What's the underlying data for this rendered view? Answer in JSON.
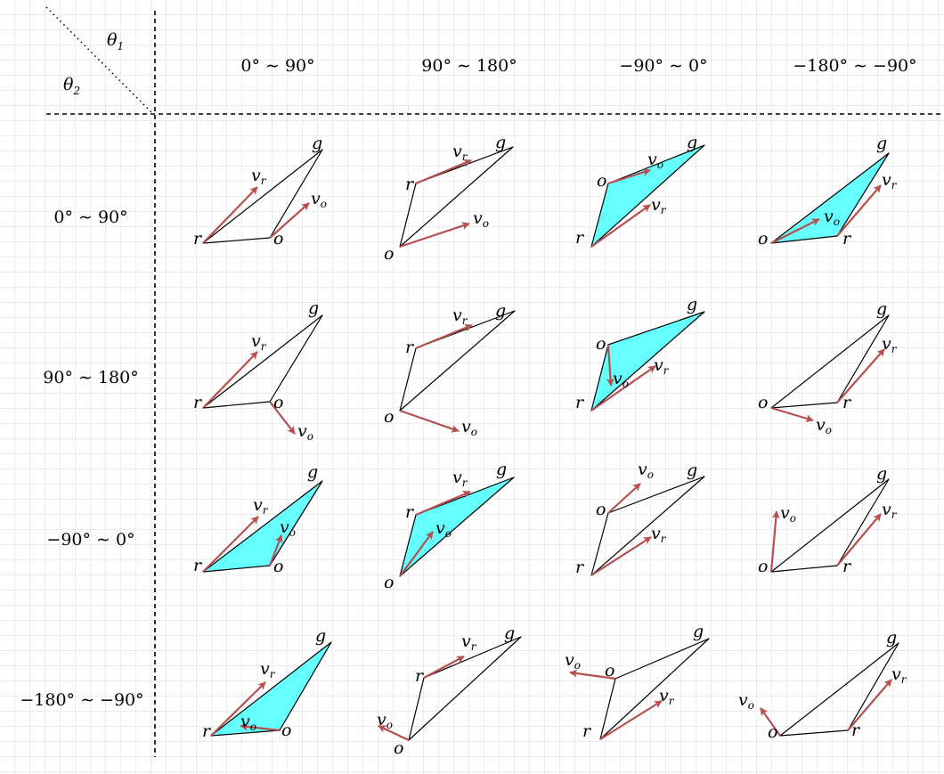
{
  "header": {
    "corner": {
      "top_symbol": "θ",
      "top_subscript": "1",
      "left_symbol": "θ",
      "left_subscript": "2"
    },
    "columns": [
      "0° ∼ 90°",
      "90° ∼ 180°",
      "−90° ∼ 0°",
      "−180° ∼ −90°"
    ],
    "rows": [
      "0° ∼ 90°",
      "90° ∼ 180°",
      "−90° ∼ 0°",
      "−180° ∼ −90°"
    ]
  },
  "point_labels": {
    "g": "g",
    "r": "r",
    "o": "o"
  },
  "vector_labels": {
    "vr": {
      "symbol": "v",
      "subscript": "r"
    },
    "vo": {
      "symbol": "v",
      "subscript": "o"
    }
  },
  "colors": {
    "fill": "#66ffff",
    "arrow": "#b5504e",
    "line": "#000000",
    "grid": "#ececec"
  },
  "cells": [
    {
      "name": "cell-r1-c1",
      "filled": false
    },
    {
      "name": "cell-r1-c2",
      "filled": false
    },
    {
      "name": "cell-r1-c3",
      "filled": true
    },
    {
      "name": "cell-r1-c4",
      "filled": true
    },
    {
      "name": "cell-r2-c1",
      "filled": false
    },
    {
      "name": "cell-r2-c2",
      "filled": false
    },
    {
      "name": "cell-r2-c3",
      "filled": true
    },
    {
      "name": "cell-r2-c4",
      "filled": false
    },
    {
      "name": "cell-r3-c1",
      "filled": true
    },
    {
      "name": "cell-r3-c2",
      "filled": true
    },
    {
      "name": "cell-r3-c3",
      "filled": false
    },
    {
      "name": "cell-r3-c4",
      "filled": false
    },
    {
      "name": "cell-r4-c1",
      "filled": true
    },
    {
      "name": "cell-r4-c2",
      "filled": false
    },
    {
      "name": "cell-r4-c3",
      "filled": false
    },
    {
      "name": "cell-r4-c4",
      "filled": false
    }
  ]
}
